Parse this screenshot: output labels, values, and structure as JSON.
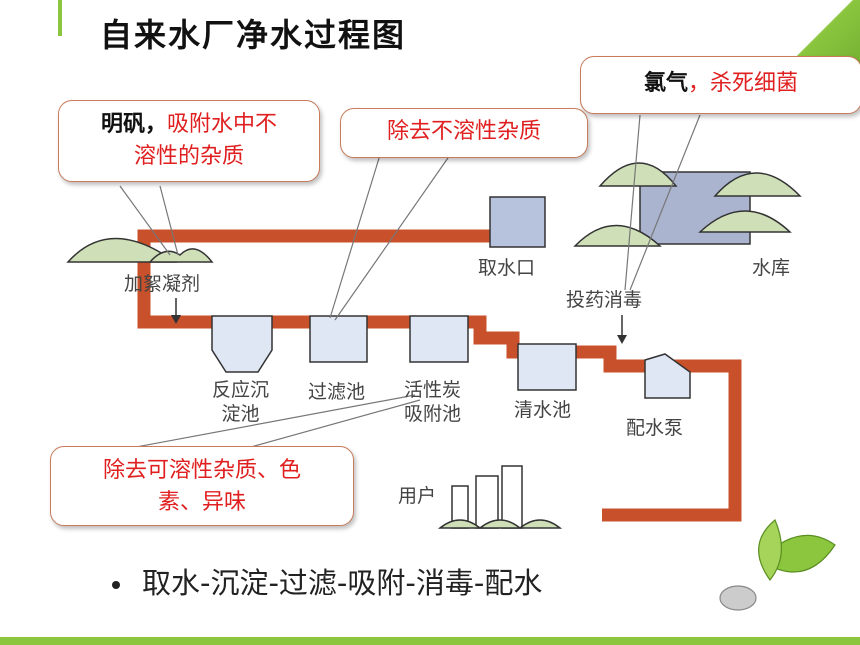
{
  "title": "自来水厂净水过程图",
  "callouts": {
    "alum_term": "明矾，",
    "alum_desc_1": "吸附水中不",
    "alum_desc_2": "溶性的杂质",
    "filter_desc": "除去不溶性杂质",
    "chlorine_term": "氯气",
    "chlorine_sep": "，",
    "chlorine_desc": "杀死细菌",
    "carbon_desc_1": "除去可溶性杂质、色",
    "carbon_desc_2": "素、异味"
  },
  "labels": {
    "intake": "取水口",
    "reservoir": "水库",
    "coagulant": "加絮凝剂",
    "disinfect": "投药消毒",
    "sediment_1": "反应沉",
    "sediment_2": "淀池",
    "filter": "过滤池",
    "carbon_1": "活性炭",
    "carbon_2": "吸附池",
    "clean": "清水池",
    "pump": "配水泵",
    "users": "用户"
  },
  "bullet": "取水-沉淀-过滤-吸附-消毒-配水",
  "colors": {
    "pipe": "#c8502a",
    "accent_red": "#e02020",
    "green": "#8cc63f",
    "tank_blue": "#dfe7f5"
  }
}
